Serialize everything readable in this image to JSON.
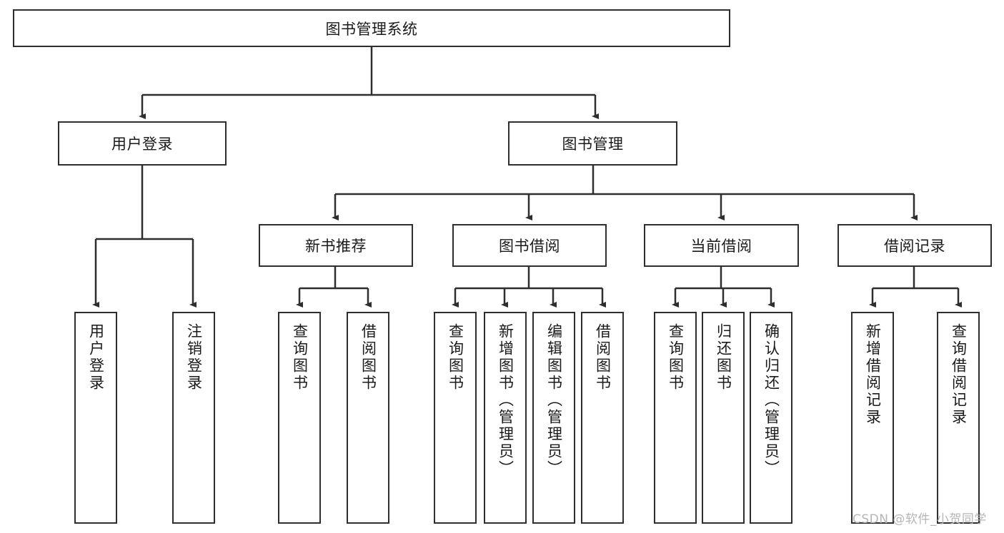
{
  "diagram": {
    "title": "图书管理系统",
    "type": "hierarchy-tree",
    "watermark": "CSDN @软件_小贺同学",
    "colors": {
      "border": "#2e2e2e",
      "background": "#ffffff",
      "text": "#1a1a1a",
      "watermark": "#b6b6b6"
    },
    "nodes": {
      "root": {
        "label": "图书管理系统"
      },
      "level2": [
        {
          "label": "用户登录"
        },
        {
          "label": "图书管理"
        }
      ],
      "level3": [
        {
          "label": "新书推荐"
        },
        {
          "label": "图书借阅"
        },
        {
          "label": "当前借阅"
        },
        {
          "label": "借阅记录"
        }
      ],
      "leaves": [
        {
          "label": "用户登录",
          "parent": "用户登录"
        },
        {
          "label": "注销登录",
          "parent": "用户登录"
        },
        {
          "label": "查询图书",
          "parent": "新书推荐"
        },
        {
          "label": "借阅图书",
          "parent": "新书推荐"
        },
        {
          "label": "查询图书",
          "parent": "图书借阅"
        },
        {
          "label": "新增图书（管理员）",
          "parent": "图书借阅"
        },
        {
          "label": "编辑图书（管理员）",
          "parent": "图书借阅"
        },
        {
          "label": "借阅图书",
          "parent": "图书借阅"
        },
        {
          "label": "查询图书",
          "parent": "当前借阅"
        },
        {
          "label": "归还图书",
          "parent": "当前借阅"
        },
        {
          "label": "确认归还（管理员）",
          "parent": "当前借阅"
        },
        {
          "label": "新增借阅记录",
          "parent": "借阅记录"
        },
        {
          "label": "查询借阅记录",
          "parent": "借阅记录"
        }
      ]
    }
  }
}
